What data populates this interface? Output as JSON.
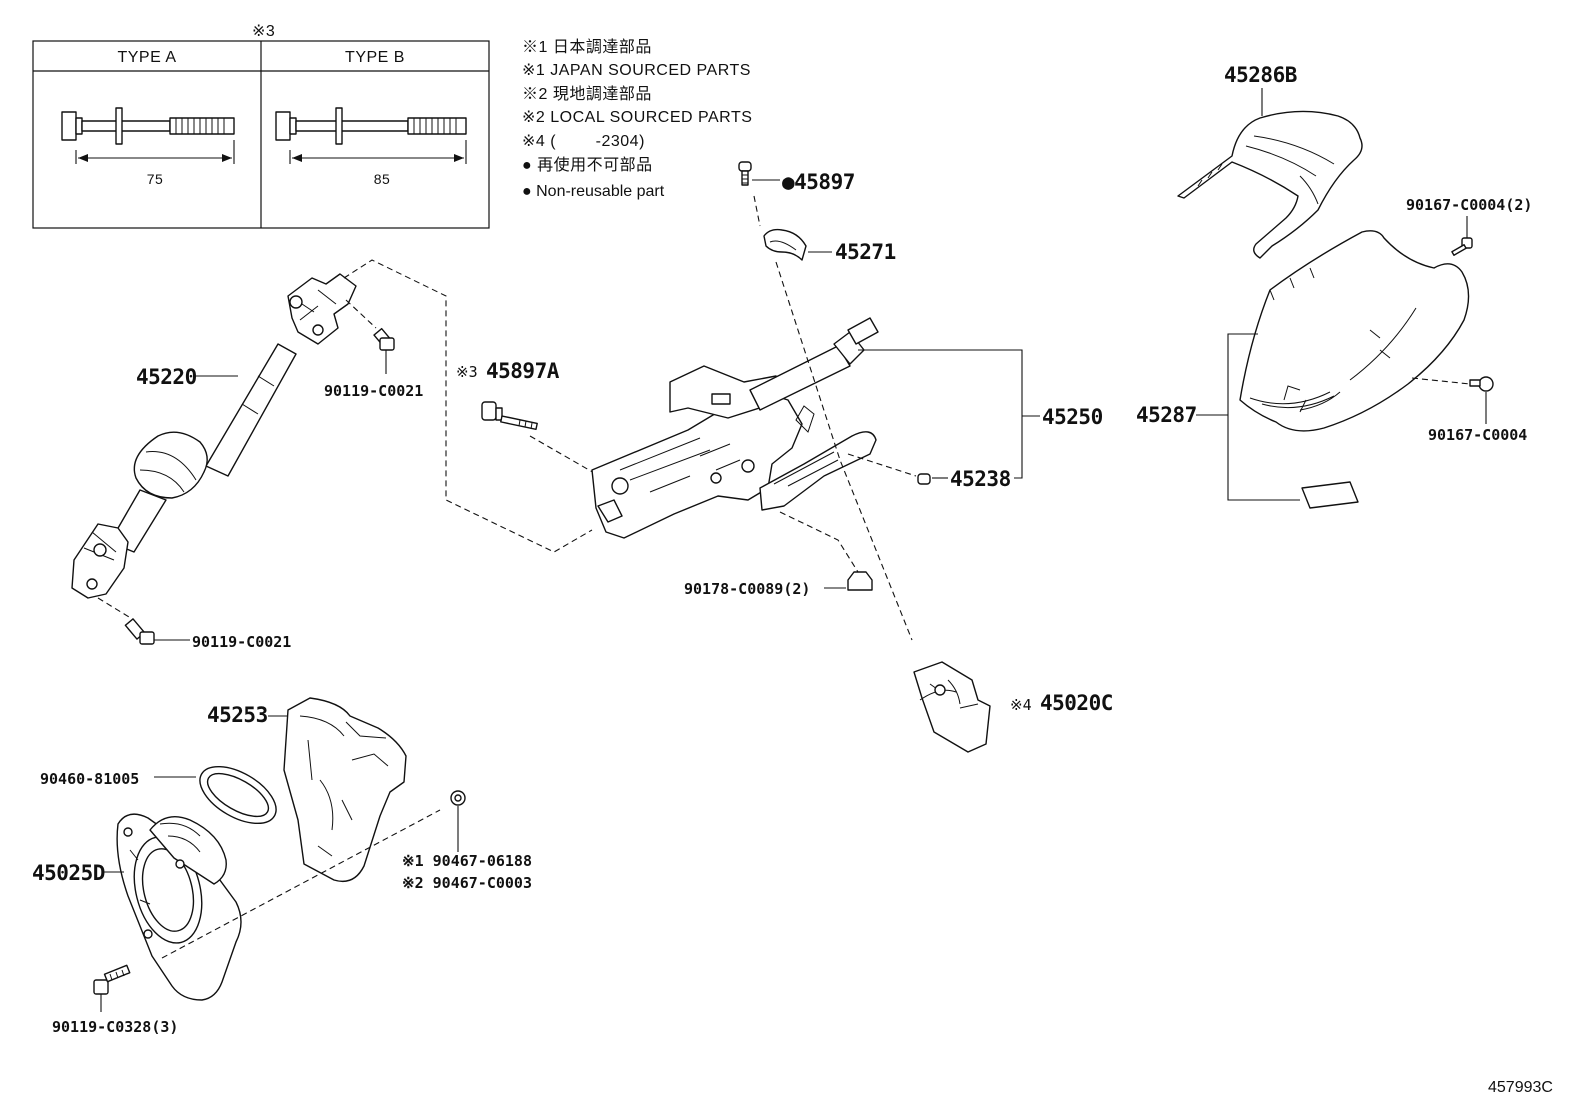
{
  "inset": {
    "ref_mark": "※3",
    "type_a": {
      "label": "TYPE A",
      "dimension": "75"
    },
    "type_b": {
      "label": "TYPE B",
      "dimension": "85"
    }
  },
  "notes": [
    "※1 日本調達部品",
    "※1 JAPAN SOURCED PARTS",
    "※2 現地調達部品",
    "※2 LOCAL SOURCED PARTS",
    "※4 (        -2304)",
    "● 再使用不可部品",
    "● Non-reusable part"
  ],
  "callouts": {
    "p45897": "●45897",
    "p45271": "45271",
    "p45286B": "45286B",
    "p90167_2": "90167-C0004(2)",
    "p45220": "45220",
    "p90119_upper": "90119-C0021",
    "p45897A_mark": "※3",
    "p45897A": "45897A",
    "p45250": "45250",
    "p45287": "45287",
    "p90167": "90167-C0004",
    "p45238": "45238",
    "p90178": "90178-C0089(2)",
    "p90119_lower": "90119-C0021",
    "p45020C_mark": "※4",
    "p45020C": "45020C",
    "p45253": "45253",
    "p90460": "90460-81005",
    "p90467_a": "※1 90467-06188",
    "p90467_b": "※2 90467-C0003",
    "p45025D": "45025D",
    "p90119_bottom": "90119-C0328(3)"
  },
  "figure_id": "457993C"
}
